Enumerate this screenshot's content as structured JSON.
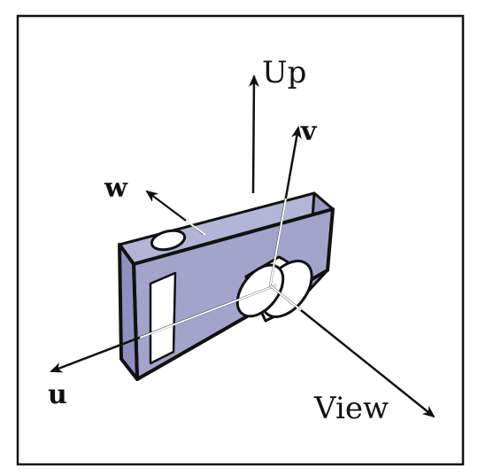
{
  "labels": {
    "up": "Up",
    "v": "v",
    "w": "w",
    "u": "u",
    "view": "View"
  },
  "colors": {
    "body_fill": "#a3a3cc",
    "body_side": "#b4b4d6",
    "outline": "#111111",
    "background": "#ffffff"
  },
  "icons": [
    "camera-icon",
    "arrow-icon"
  ]
}
